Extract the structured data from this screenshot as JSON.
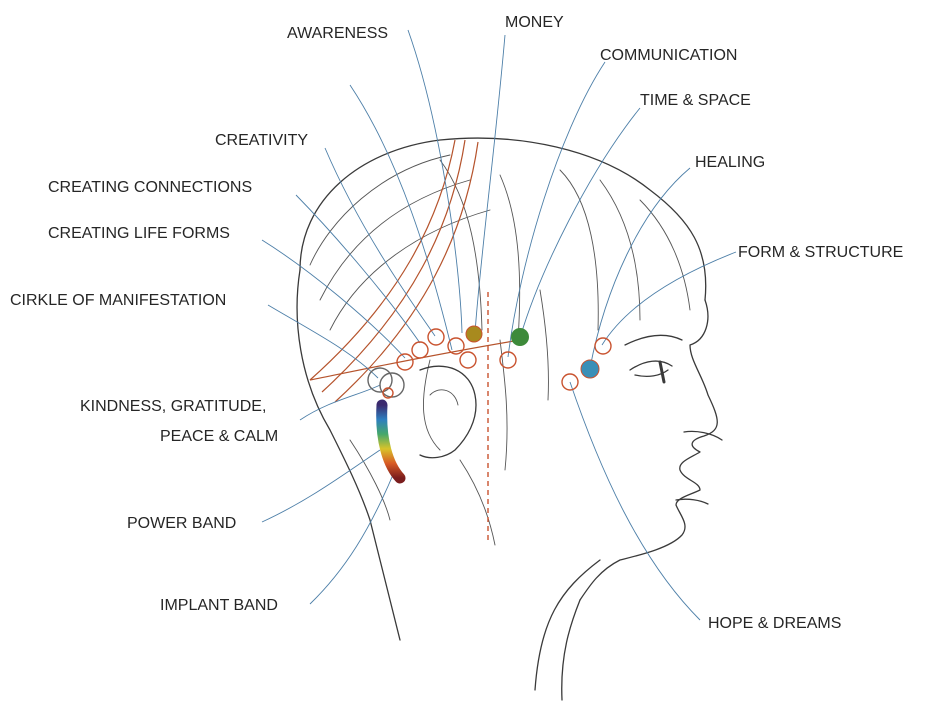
{
  "labels": {
    "awareness": "AWARENESS",
    "money": "MONEY",
    "communication": "COMMUNICATION",
    "time_space": "TIME & SPACE",
    "creativity": "CREATIVITY",
    "healing": "HEALING",
    "creating_connections": "CREATING CONNECTIONS",
    "creating_life_forms": "CREATING LIFE FORMS",
    "form_structure": "FORM & STRUCTURE",
    "circle_of_manifestation": "CIRKLE OF MANIFESTATION",
    "kindness_line1": "KINDNESS, GRATITUDE,",
    "kindness_line2": "PEACE & CALM",
    "power_band": "POWER BAND",
    "implant_band": "IMPLANT BAND",
    "hope_dreams": "HOPE & DREAMS"
  },
  "colors": {
    "money_point": "#a88a1e",
    "communication_point": "#3d8a3a",
    "healing_point": "#3a8fb7",
    "point_ring": "#c9532f",
    "leader_line": "#4d7fa8",
    "power_band_gradient": [
      "#3b2a6e",
      "#2e7fbf",
      "#45a86a",
      "#d8c32a",
      "#d85a25",
      "#7a1d1d"
    ]
  }
}
